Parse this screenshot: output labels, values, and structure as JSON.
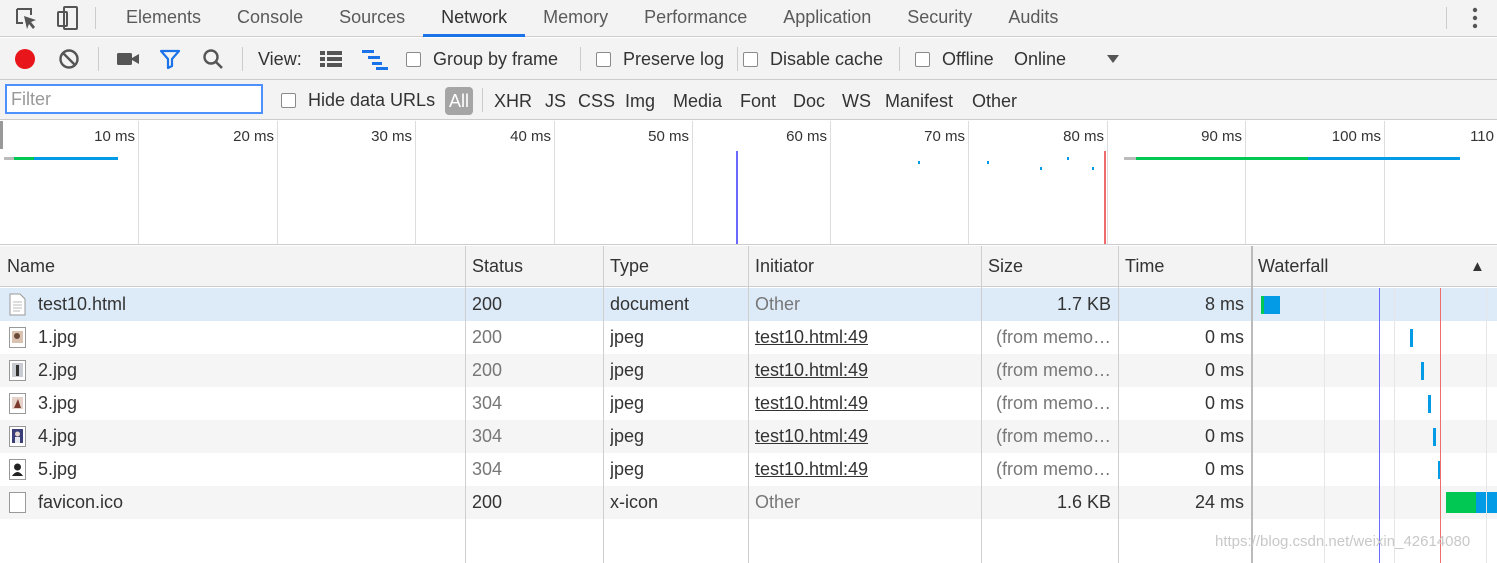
{
  "tabs": [
    "Elements",
    "Console",
    "Sources",
    "Network",
    "Memory",
    "Performance",
    "Application",
    "Security",
    "Audits"
  ],
  "active_tab": "Network",
  "toolbar": {
    "view_label": "View:",
    "group_by_frame": "Group by frame",
    "preserve_log": "Preserve log",
    "disable_cache": "Disable cache",
    "offline": "Offline",
    "throttle_value": "Online"
  },
  "filter": {
    "placeholder": "Filter",
    "hide_data_urls": "Hide data URLs",
    "types": [
      "All",
      "XHR",
      "JS",
      "CSS",
      "Img",
      "Media",
      "Font",
      "Doc",
      "WS",
      "Manifest",
      "Other"
    ],
    "active_type": "All"
  },
  "overview": {
    "tick_labels": [
      "10 ms",
      "20 ms",
      "30 ms",
      "40 ms",
      "50 ms",
      "60 ms",
      "70 ms",
      "80 ms",
      "90 ms",
      "100 ms",
      "110"
    ]
  },
  "table": {
    "columns": [
      "Name",
      "Status",
      "Type",
      "Initiator",
      "Size",
      "Time",
      "Waterfall"
    ],
    "sort_indicator": "▲",
    "rows": [
      {
        "name": "test10.html",
        "status": "200",
        "type": "document",
        "initiator": "Other",
        "size": "1.7 KB",
        "time": "8 ms",
        "icon": "document-icon"
      },
      {
        "name": "1.jpg",
        "status": "200",
        "type": "jpeg",
        "initiator": "test10.html:49",
        "size": "(from memo…",
        "time": "0 ms",
        "icon": "image-thumb-icon"
      },
      {
        "name": "2.jpg",
        "status": "200",
        "type": "jpeg",
        "initiator": "test10.html:49",
        "size": "(from memo…",
        "time": "0 ms",
        "icon": "image-thumb-icon"
      },
      {
        "name": "3.jpg",
        "status": "304",
        "type": "jpeg",
        "initiator": "test10.html:49",
        "size": "(from memo…",
        "time": "0 ms",
        "icon": "image-thumb-icon"
      },
      {
        "name": "4.jpg",
        "status": "304",
        "type": "jpeg",
        "initiator": "test10.html:49",
        "size": "(from memo…",
        "time": "0 ms",
        "icon": "image-thumb-icon"
      },
      {
        "name": "5.jpg",
        "status": "304",
        "type": "jpeg",
        "initiator": "test10.html:49",
        "size": "(from memo…",
        "time": "0 ms",
        "icon": "image-thumb-icon"
      },
      {
        "name": "favicon.ico",
        "status": "200",
        "type": "x-icon",
        "initiator": "Other",
        "size": "1.6 KB",
        "time": "24 ms",
        "icon": "blank-file-icon"
      }
    ]
  },
  "colors": {
    "accent": "#1a73e8",
    "record": "#e8151b",
    "waiting": "#00c853",
    "download": "#039be5",
    "dom_content_loaded": "#6a6aff",
    "load": "#f06b6b"
  },
  "watermark": "https://blog.csdn.net/weixin_42614080"
}
